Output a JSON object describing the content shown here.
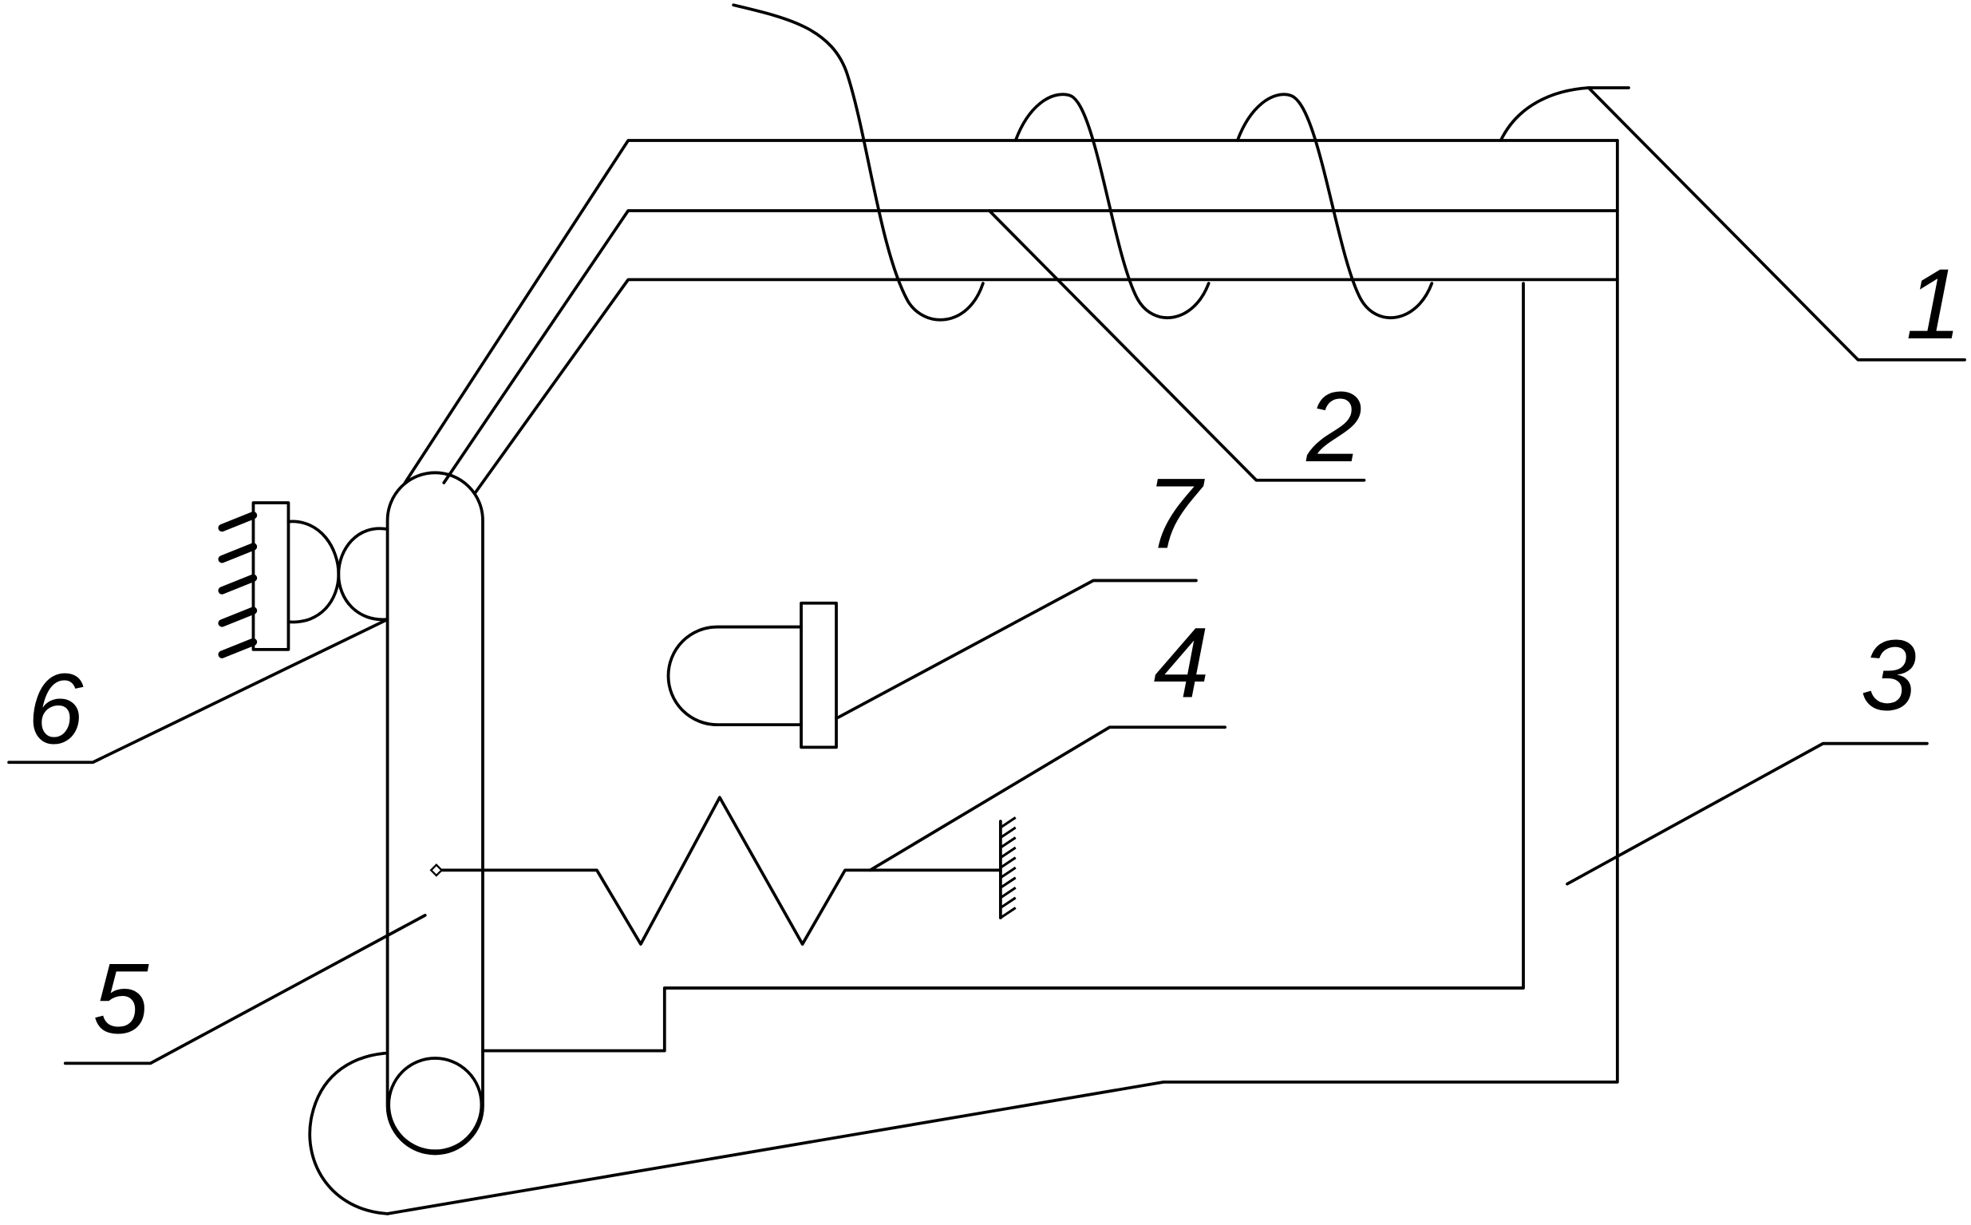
{
  "labels": {
    "l1": "1",
    "l2": "2",
    "l3": "3",
    "l4": "4",
    "l5": "5",
    "l6": "6",
    "l7": "7"
  }
}
